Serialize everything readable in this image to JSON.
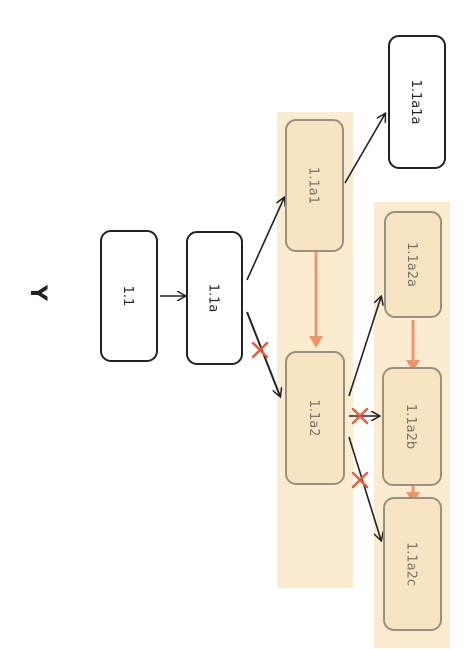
{
  "diagram": {
    "orientation_mark": "Y",
    "nodes": {
      "n1": {
        "label": "1.1"
      },
      "n2": {
        "label": "1.1a"
      },
      "n3": {
        "label": "1.1a1"
      },
      "n4": {
        "label": "1.1a2"
      },
      "n5": {
        "label": "1.1a1a"
      },
      "n6": {
        "label": "1.1a2a"
      },
      "n7": {
        "label": "1.1a2b"
      },
      "n8": {
        "label": "1.1a2c"
      }
    }
  },
  "colors": {
    "highlight_fill": "#fbecd0",
    "faded_node_fill": "#f6e4c2",
    "faded_node_stroke": "#9a8f82",
    "orange_arrow": "#f4936a",
    "cross": "#f05a35",
    "ink": "#222222"
  }
}
